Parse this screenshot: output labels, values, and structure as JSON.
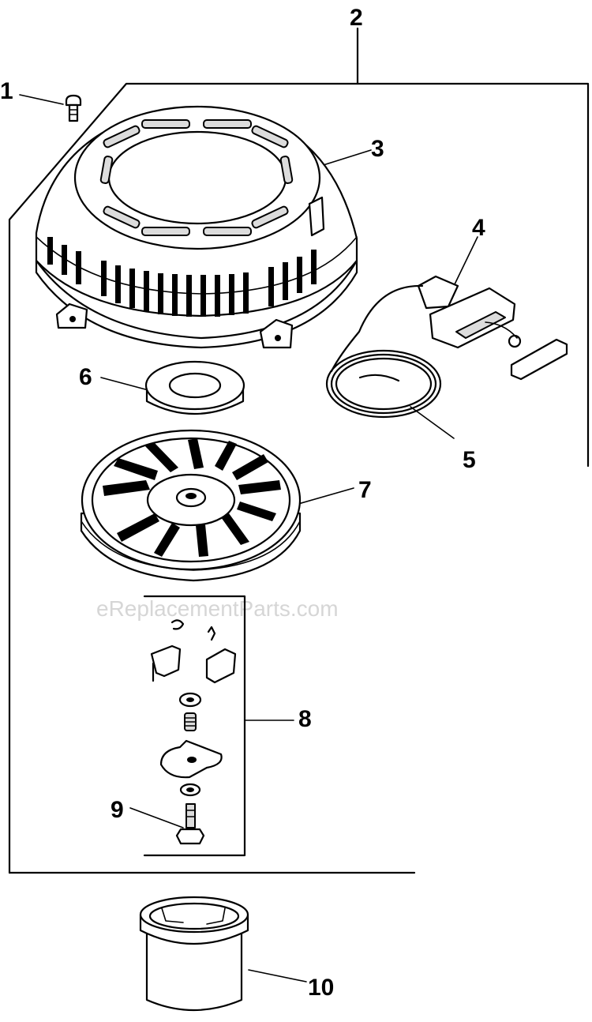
{
  "watermark": "eReplacementParts.com",
  "callouts": [
    "1",
    "2",
    "3",
    "4",
    "5",
    "6",
    "7",
    "8",
    "9",
    "10"
  ],
  "parts": [
    {
      "callout": "1",
      "icon": "screw-icon"
    },
    {
      "callout": "2",
      "icon": "recoil-starter-assembly-bracket"
    },
    {
      "callout": "3",
      "icon": "starter-housing-icon"
    },
    {
      "callout": "4",
      "icon": "starter-handle-icon"
    },
    {
      "callout": "5",
      "icon": "starter-rope-icon"
    },
    {
      "callout": "6",
      "icon": "spacer-ring-icon"
    },
    {
      "callout": "7",
      "icon": "pulley-icon"
    },
    {
      "callout": "8",
      "icon": "pawl-kit-bracket"
    },
    {
      "callout": "9",
      "icon": "bolt-icon"
    },
    {
      "callout": "10",
      "icon": "cup-icon"
    }
  ]
}
